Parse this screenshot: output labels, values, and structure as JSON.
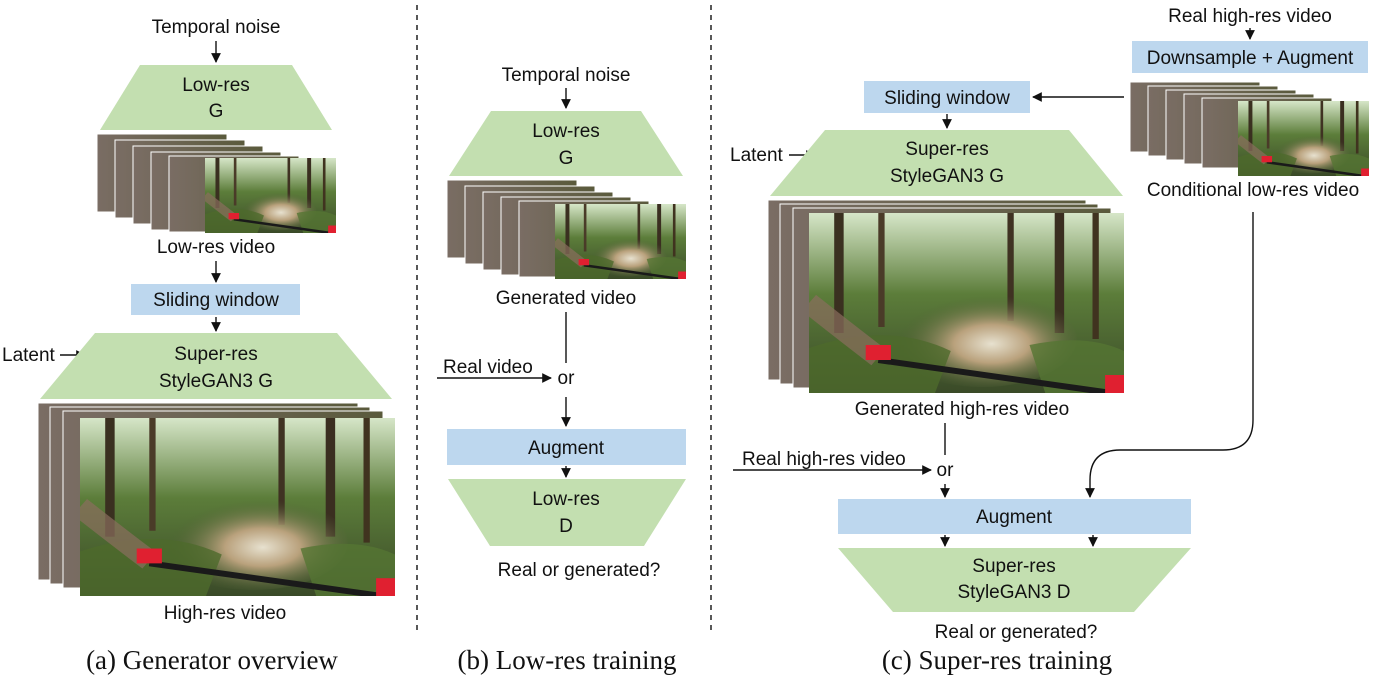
{
  "panel_a": {
    "temporal_noise": "Temporal noise",
    "lowres_g_line1": "Low-res",
    "lowres_g_line2": "G",
    "lowres_video": "Low-res video",
    "sliding_window": "Sliding window",
    "latent": "Latent",
    "superres_g_line1": "Super-res",
    "superres_g_line2": "StyleGAN3 G",
    "highres_video": "High-res video",
    "caption": "(a) Generator overview"
  },
  "panel_b": {
    "temporal_noise": "Temporal noise",
    "lowres_g_line1": "Low-res",
    "lowres_g_line2": "G",
    "generated_video": "Generated video",
    "real_video": "Real video",
    "or": "or",
    "augment": "Augment",
    "lowres_d_line1": "Low-res",
    "lowres_d_line2": "D",
    "question": "Real or generated?",
    "caption": "(b) Low-res training"
  },
  "panel_c": {
    "real_highres_video_top": "Real high-res video",
    "downsample_augment": "Downsample + Augment",
    "sliding_window": "Sliding window",
    "latent": "Latent",
    "superres_g_line1": "Super-res",
    "superres_g_line2": "StyleGAN3 G",
    "conditional_lowres": "Conditional low-res video",
    "generated_highres": "Generated high-res video",
    "real_highres_video": "Real high-res video",
    "or": "or",
    "augment": "Augment",
    "superres_d_line1": "Super-res",
    "superres_d_line2": "StyleGAN3 D",
    "question": "Real or generated?",
    "caption": "(c) Super-res training"
  },
  "colors": {
    "generator_fill": "#c3dfb0",
    "process_fill": "#bdd7ee"
  },
  "icons": [
    "video-frame-stack-icon",
    "arrow-icon"
  ]
}
